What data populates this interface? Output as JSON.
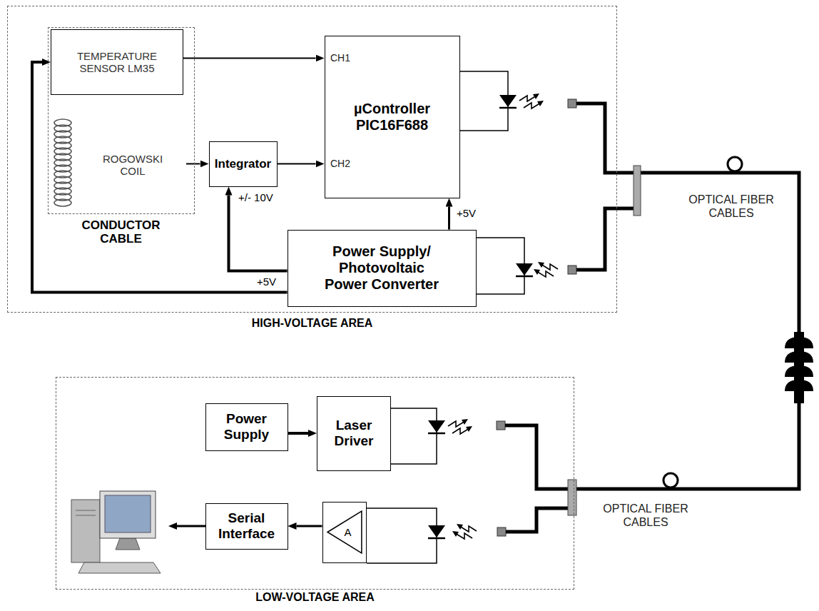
{
  "diagram": {
    "nodes": [
      {
        "text": [
          "HIGH-VOLTAGE AREA"
        ]
      },
      {
        "text": [
          "CONDUCTOR CABLE"
        ],
        "in": 0
      },
      {
        "text": [
          "TEMPERATURE SENSOR LM35"
        ],
        "in": 1
      },
      {
        "text": [
          "ROGOWSKI COIL"
        ],
        "in": 1
      },
      {
        "text": [
          "Integrator"
        ],
        "in": 0
      },
      {
        "text": [
          "µController PIC16F688"
        ],
        "in": 0
      },
      {
        "text": [
          "Power Supply/ Photovoltaic Power Converter"
        ],
        "in": 0
      },
      {
        "text": [
          "LOW-VOLTAGE AREA"
        ]
      },
      {
        "text": [
          "Power Supply"
        ],
        "in": 7
      },
      {
        "text": [
          "Laser Driver"
        ],
        "in": 7
      },
      {
        "text": [
          "Serial Interface"
        ],
        "in": 7
      },
      {
        "text": [
          "A"
        ],
        "in": 7
      }
    ],
    "edges": [
      {
        "from": 2,
        "to": 5,
        "arrow": "to"
      },
      {
        "from": 3,
        "to": 4,
        "arrow": "to"
      },
      {
        "from": 4,
        "to": 5,
        "arrow": "to"
      },
      {
        "from": 6,
        "to": 4,
        "arrow": "to",
        "label": "+/- 10V"
      },
      {
        "from": 6,
        "to": 5,
        "arrow": "to",
        "label": "+5V"
      },
      {
        "from": 6,
        "to": 2,
        "arrow": "to",
        "label": "+5V"
      },
      {
        "from": 8,
        "to": 9,
        "arrow": "to"
      },
      {
        "from": 11,
        "to": 10,
        "arrow": "to"
      }
    ],
    "labels": [
      "CH1",
      "CH2",
      "OPTICAL FIBER CABLES",
      "OPTICAL FIBER CABLES"
    ]
  }
}
